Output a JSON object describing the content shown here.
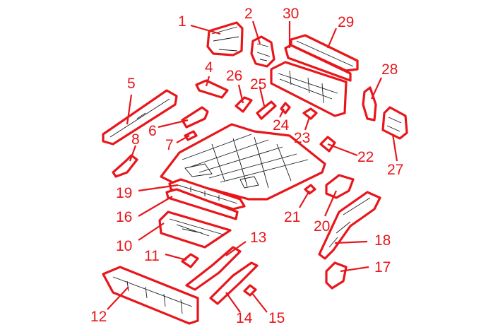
{
  "colors": {
    "accent": "#e8161b",
    "ink": "#1a1a1a",
    "background": "#ffffff"
  },
  "callouts": [
    {
      "id": "1",
      "label": "1"
    },
    {
      "id": "2",
      "label": "2"
    },
    {
      "id": "30",
      "label": "30"
    },
    {
      "id": "29",
      "label": "29"
    },
    {
      "id": "28",
      "label": "28"
    },
    {
      "id": "5",
      "label": "5"
    },
    {
      "id": "4",
      "label": "4"
    },
    {
      "id": "26",
      "label": "26"
    },
    {
      "id": "25",
      "label": "25"
    },
    {
      "id": "24",
      "label": "24"
    },
    {
      "id": "23",
      "label": "23"
    },
    {
      "id": "6",
      "label": "6"
    },
    {
      "id": "7",
      "label": "7"
    },
    {
      "id": "8",
      "label": "8"
    },
    {
      "id": "22",
      "label": "22"
    },
    {
      "id": "27",
      "label": "27"
    },
    {
      "id": "19",
      "label": "19"
    },
    {
      "id": "16",
      "label": "16"
    },
    {
      "id": "21",
      "label": "21"
    },
    {
      "id": "20",
      "label": "20"
    },
    {
      "id": "10",
      "label": "10"
    },
    {
      "id": "13",
      "label": "13"
    },
    {
      "id": "18",
      "label": "18"
    },
    {
      "id": "11",
      "label": "11"
    },
    {
      "id": "17",
      "label": "17"
    },
    {
      "id": "12",
      "label": "12"
    },
    {
      "id": "14",
      "label": "14"
    },
    {
      "id": "15",
      "label": "15"
    }
  ]
}
